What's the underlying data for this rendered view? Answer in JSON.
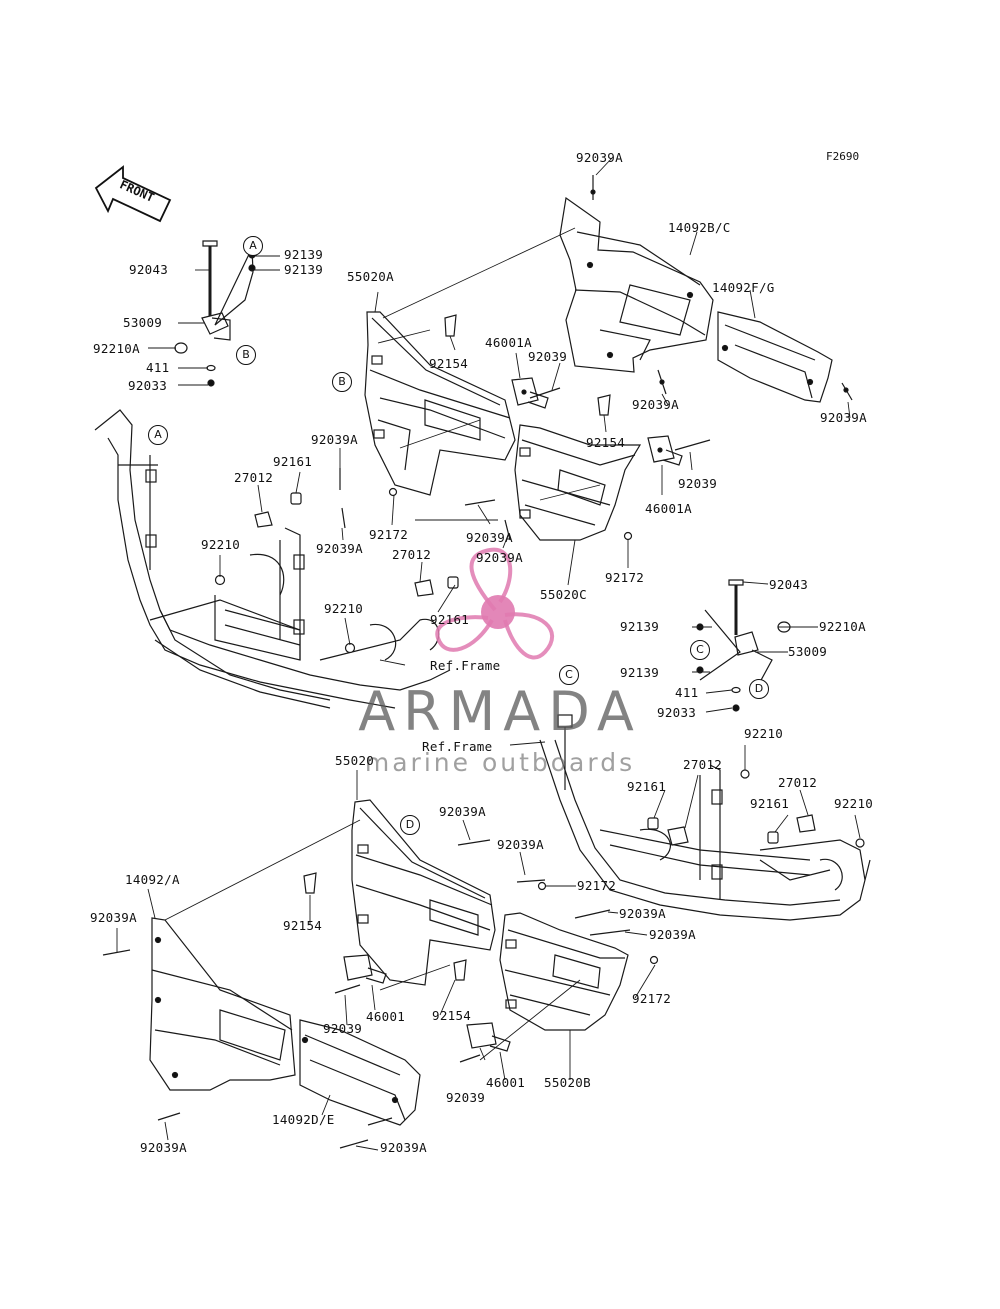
{
  "figure_id": "F2690",
  "front_arrow": "FRONT",
  "watermark": {
    "title": "ARMADA",
    "subtitle": "marine outboards",
    "color": "#e07ab0"
  },
  "ref_label": "Ref.Frame",
  "callouts": [
    "A",
    "B",
    "C",
    "D"
  ],
  "part_labels": [
    "92039A",
    "14092B/C",
    "14092F/G",
    "92039A",
    "92039A",
    "92139",
    "92043",
    "92139",
    "53009",
    "92210A",
    "411",
    "92033",
    "55020A",
    "92154",
    "46001A",
    "92039",
    "92154",
    "92039",
    "46001A",
    "92039A",
    "92161",
    "27012",
    "92172",
    "92039A",
    "92039A",
    "92039A",
    "92172",
    "55020C",
    "92210",
    "27012",
    "92210",
    "92161",
    "Ref.Frame",
    "92043",
    "92139",
    "92210A",
    "53009",
    "92139",
    "411",
    "92033",
    "Ref.Frame",
    "92210",
    "27012",
    "92161",
    "27012",
    "92161",
    "92210",
    "55020",
    "92039A",
    "92039A",
    "92172",
    "14092/A",
    "92039A",
    "92154",
    "92039A",
    "92039A",
    "46001",
    "92154",
    "92039",
    "92172",
    "46001",
    "92039",
    "55020B",
    "14092D/E",
    "92039A",
    "92039A"
  ]
}
